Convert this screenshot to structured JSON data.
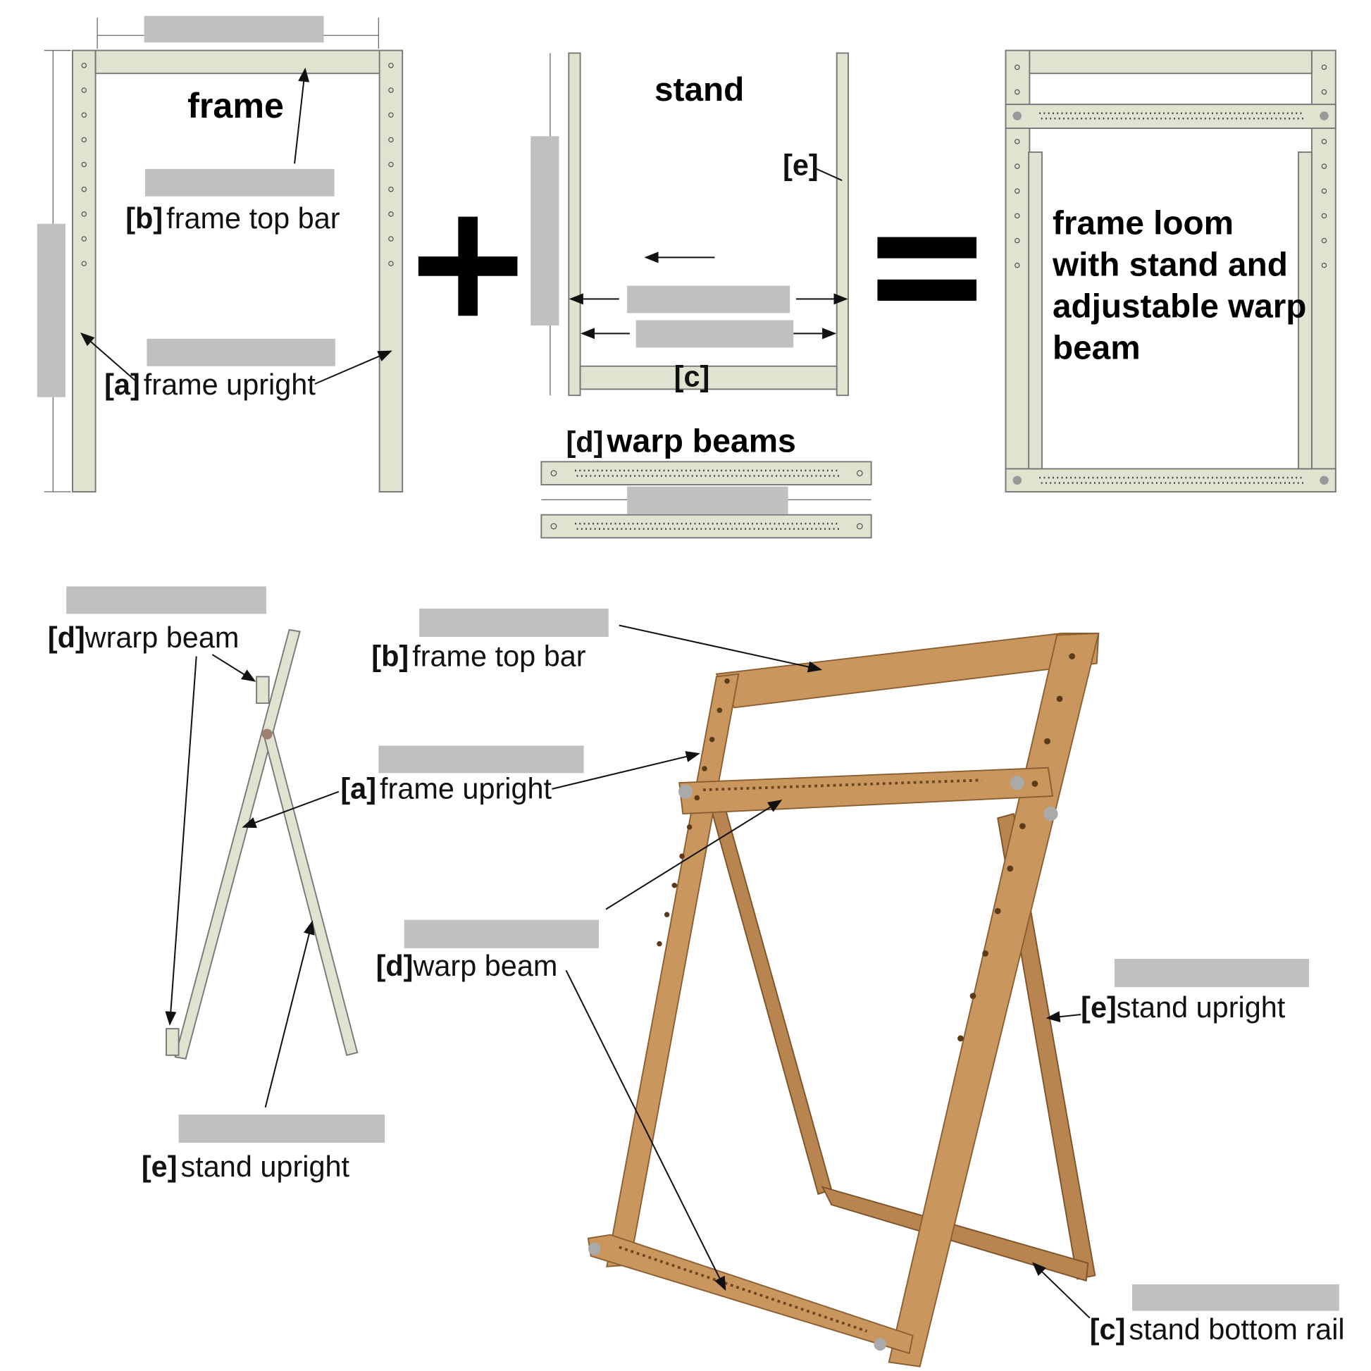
{
  "frame": {
    "title": "frame",
    "top_bar_label": "frame top bar",
    "upright_label": "frame upright",
    "tag_a": "[a]",
    "tag_b": "[b]"
  },
  "stand": {
    "title": "stand",
    "tag_e": "[e]",
    "tag_c": "[c]"
  },
  "warp_beams": {
    "tag": "[d]",
    "title": "warp beams"
  },
  "result": {
    "lines": [
      "frame loom",
      "with stand and",
      "adjustable warp",
      "beam"
    ]
  },
  "side_view": {
    "tag_d": "[d]",
    "warp_beam_label": "wrarp beam",
    "tag_a": "[a]",
    "upright_label": "frame upright",
    "tag_e": "[e]",
    "stand_upright_label": "stand upright"
  },
  "photo": {
    "tag_b": "[b]",
    "top_bar_label": "frame top bar",
    "tag_d": "[d]",
    "warp_beam_label": "warp beam",
    "tag_e": "[e]",
    "stand_upright_label": "stand upright",
    "tag_c": "[c]",
    "bottom_rail_label": "stand bottom rail"
  },
  "colors": {
    "part_fill": "#e2e2d0",
    "wood": "#c9965e",
    "redaction": "#c0c0c0"
  }
}
